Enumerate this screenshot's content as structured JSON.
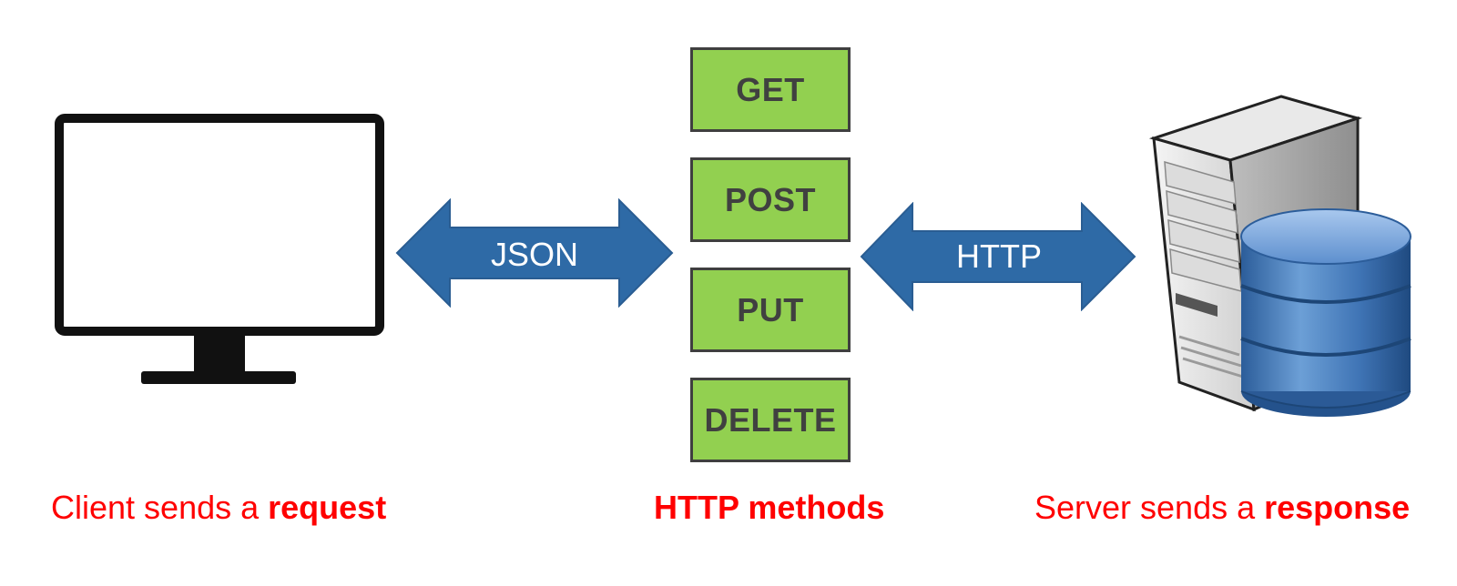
{
  "methods": {
    "get": "GET",
    "post": "POST",
    "put": "PUT",
    "delete": "DELETE"
  },
  "arrows": {
    "left_label": "JSON",
    "right_label": "HTTP"
  },
  "captions": {
    "client_prefix": "Client sends a ",
    "client_bold": "request",
    "middle": "HTTP methods",
    "server_prefix": "Server sends a ",
    "server_bold": "response"
  },
  "icons": {
    "client": "computer-monitor-icon",
    "server": "server-database-icon"
  },
  "colors": {
    "method_fill": "#92d050",
    "method_border": "#3f3f3f",
    "method_text": "#404040",
    "arrow_fill": "#2e6aa6",
    "caption_text": "#ff0000"
  }
}
